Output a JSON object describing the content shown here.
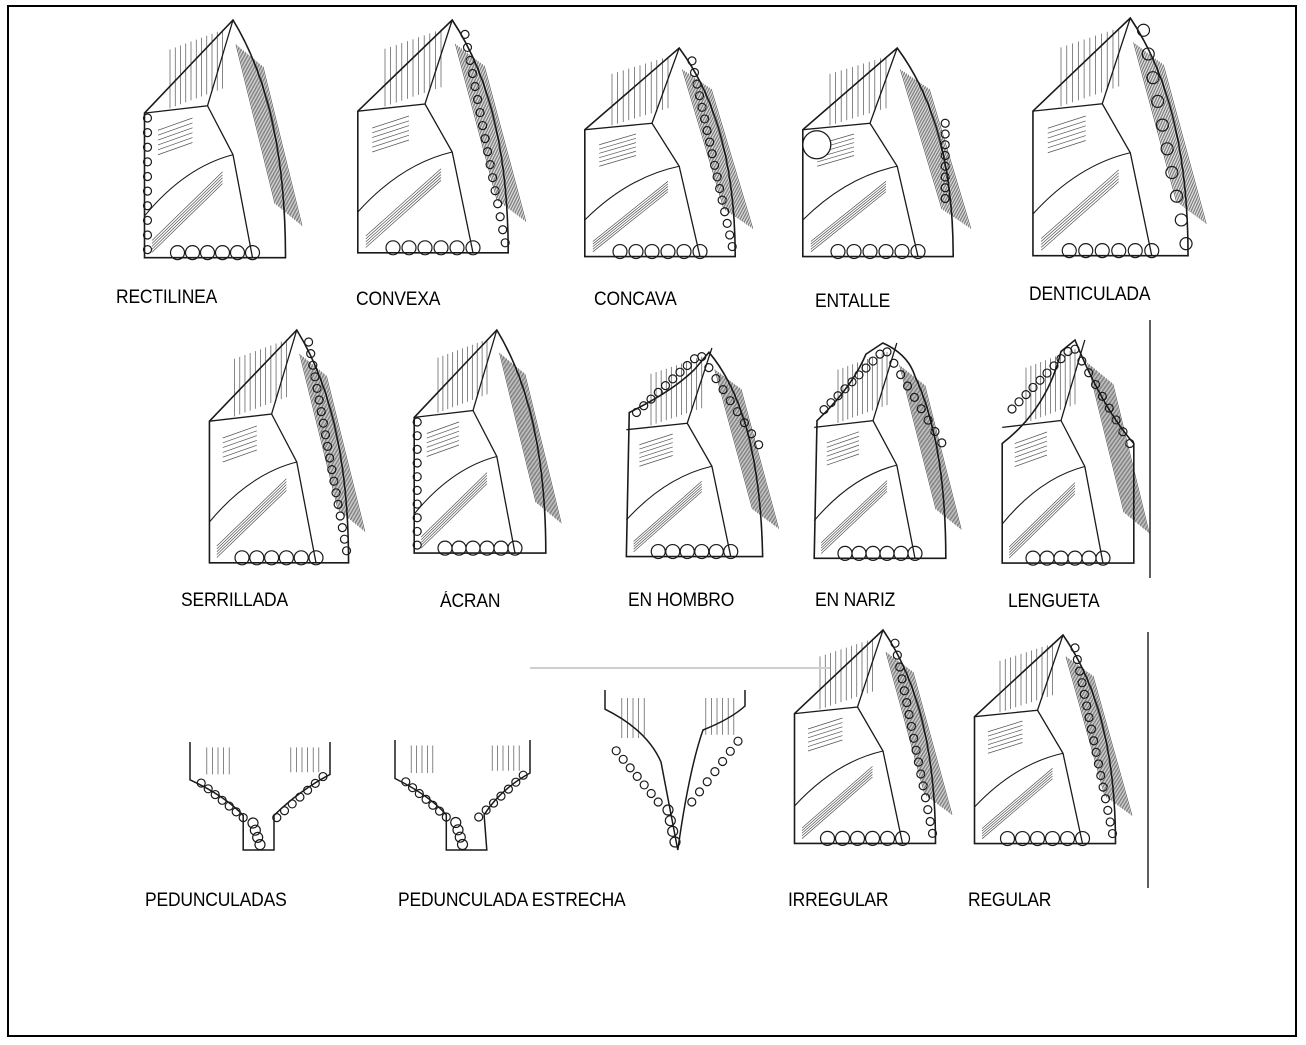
{
  "labels": [
    "RECTILINEA",
    "CONVEXA",
    "CONCAVA",
    "ENTALLE",
    "DENTICULADA",
    "SERRILLADA",
    "ÁCRAN",
    "EN HOMBRO",
    "EN NARIZ",
    "LENGUETA",
    "PEDUNCULADAS",
    "PEDUNCULADA ESTRECHA",
    "IRREGULAR",
    "REGULAR"
  ],
  "colors": {
    "ink": "#1a1a1a",
    "paper": "#ffffff",
    "frame": "#000000"
  },
  "tools": [
    {
      "name": "rectilinea",
      "kind": "full",
      "retouch": "left-straight"
    },
    {
      "name": "convexa",
      "kind": "full",
      "retouch": "right-convex"
    },
    {
      "name": "concava",
      "kind": "full",
      "retouch": "right-concave"
    },
    {
      "name": "entalle",
      "kind": "full",
      "retouch": "notch"
    },
    {
      "name": "denticulada",
      "kind": "full",
      "retouch": "denticulate"
    },
    {
      "name": "serrillada",
      "kind": "full",
      "retouch": "serrated"
    },
    {
      "name": "acran",
      "kind": "full",
      "retouch": "left-shoulder"
    },
    {
      "name": "en-hombro",
      "kind": "full",
      "retouch": "shoulder"
    },
    {
      "name": "en-nariz",
      "kind": "full",
      "retouch": "nose"
    },
    {
      "name": "lengueta",
      "kind": "full",
      "retouch": "tongue"
    },
    {
      "name": "pedunculada-1",
      "kind": "stem",
      "retouch": "tang"
    },
    {
      "name": "pedunculada-2",
      "kind": "stem",
      "retouch": "tang-wide"
    },
    {
      "name": "pedunculada-estrecha",
      "kind": "stem",
      "retouch": "narrow-tang"
    },
    {
      "name": "irregular",
      "kind": "full",
      "retouch": "irregular"
    },
    {
      "name": "regular",
      "kind": "full",
      "retouch": "regular"
    }
  ]
}
